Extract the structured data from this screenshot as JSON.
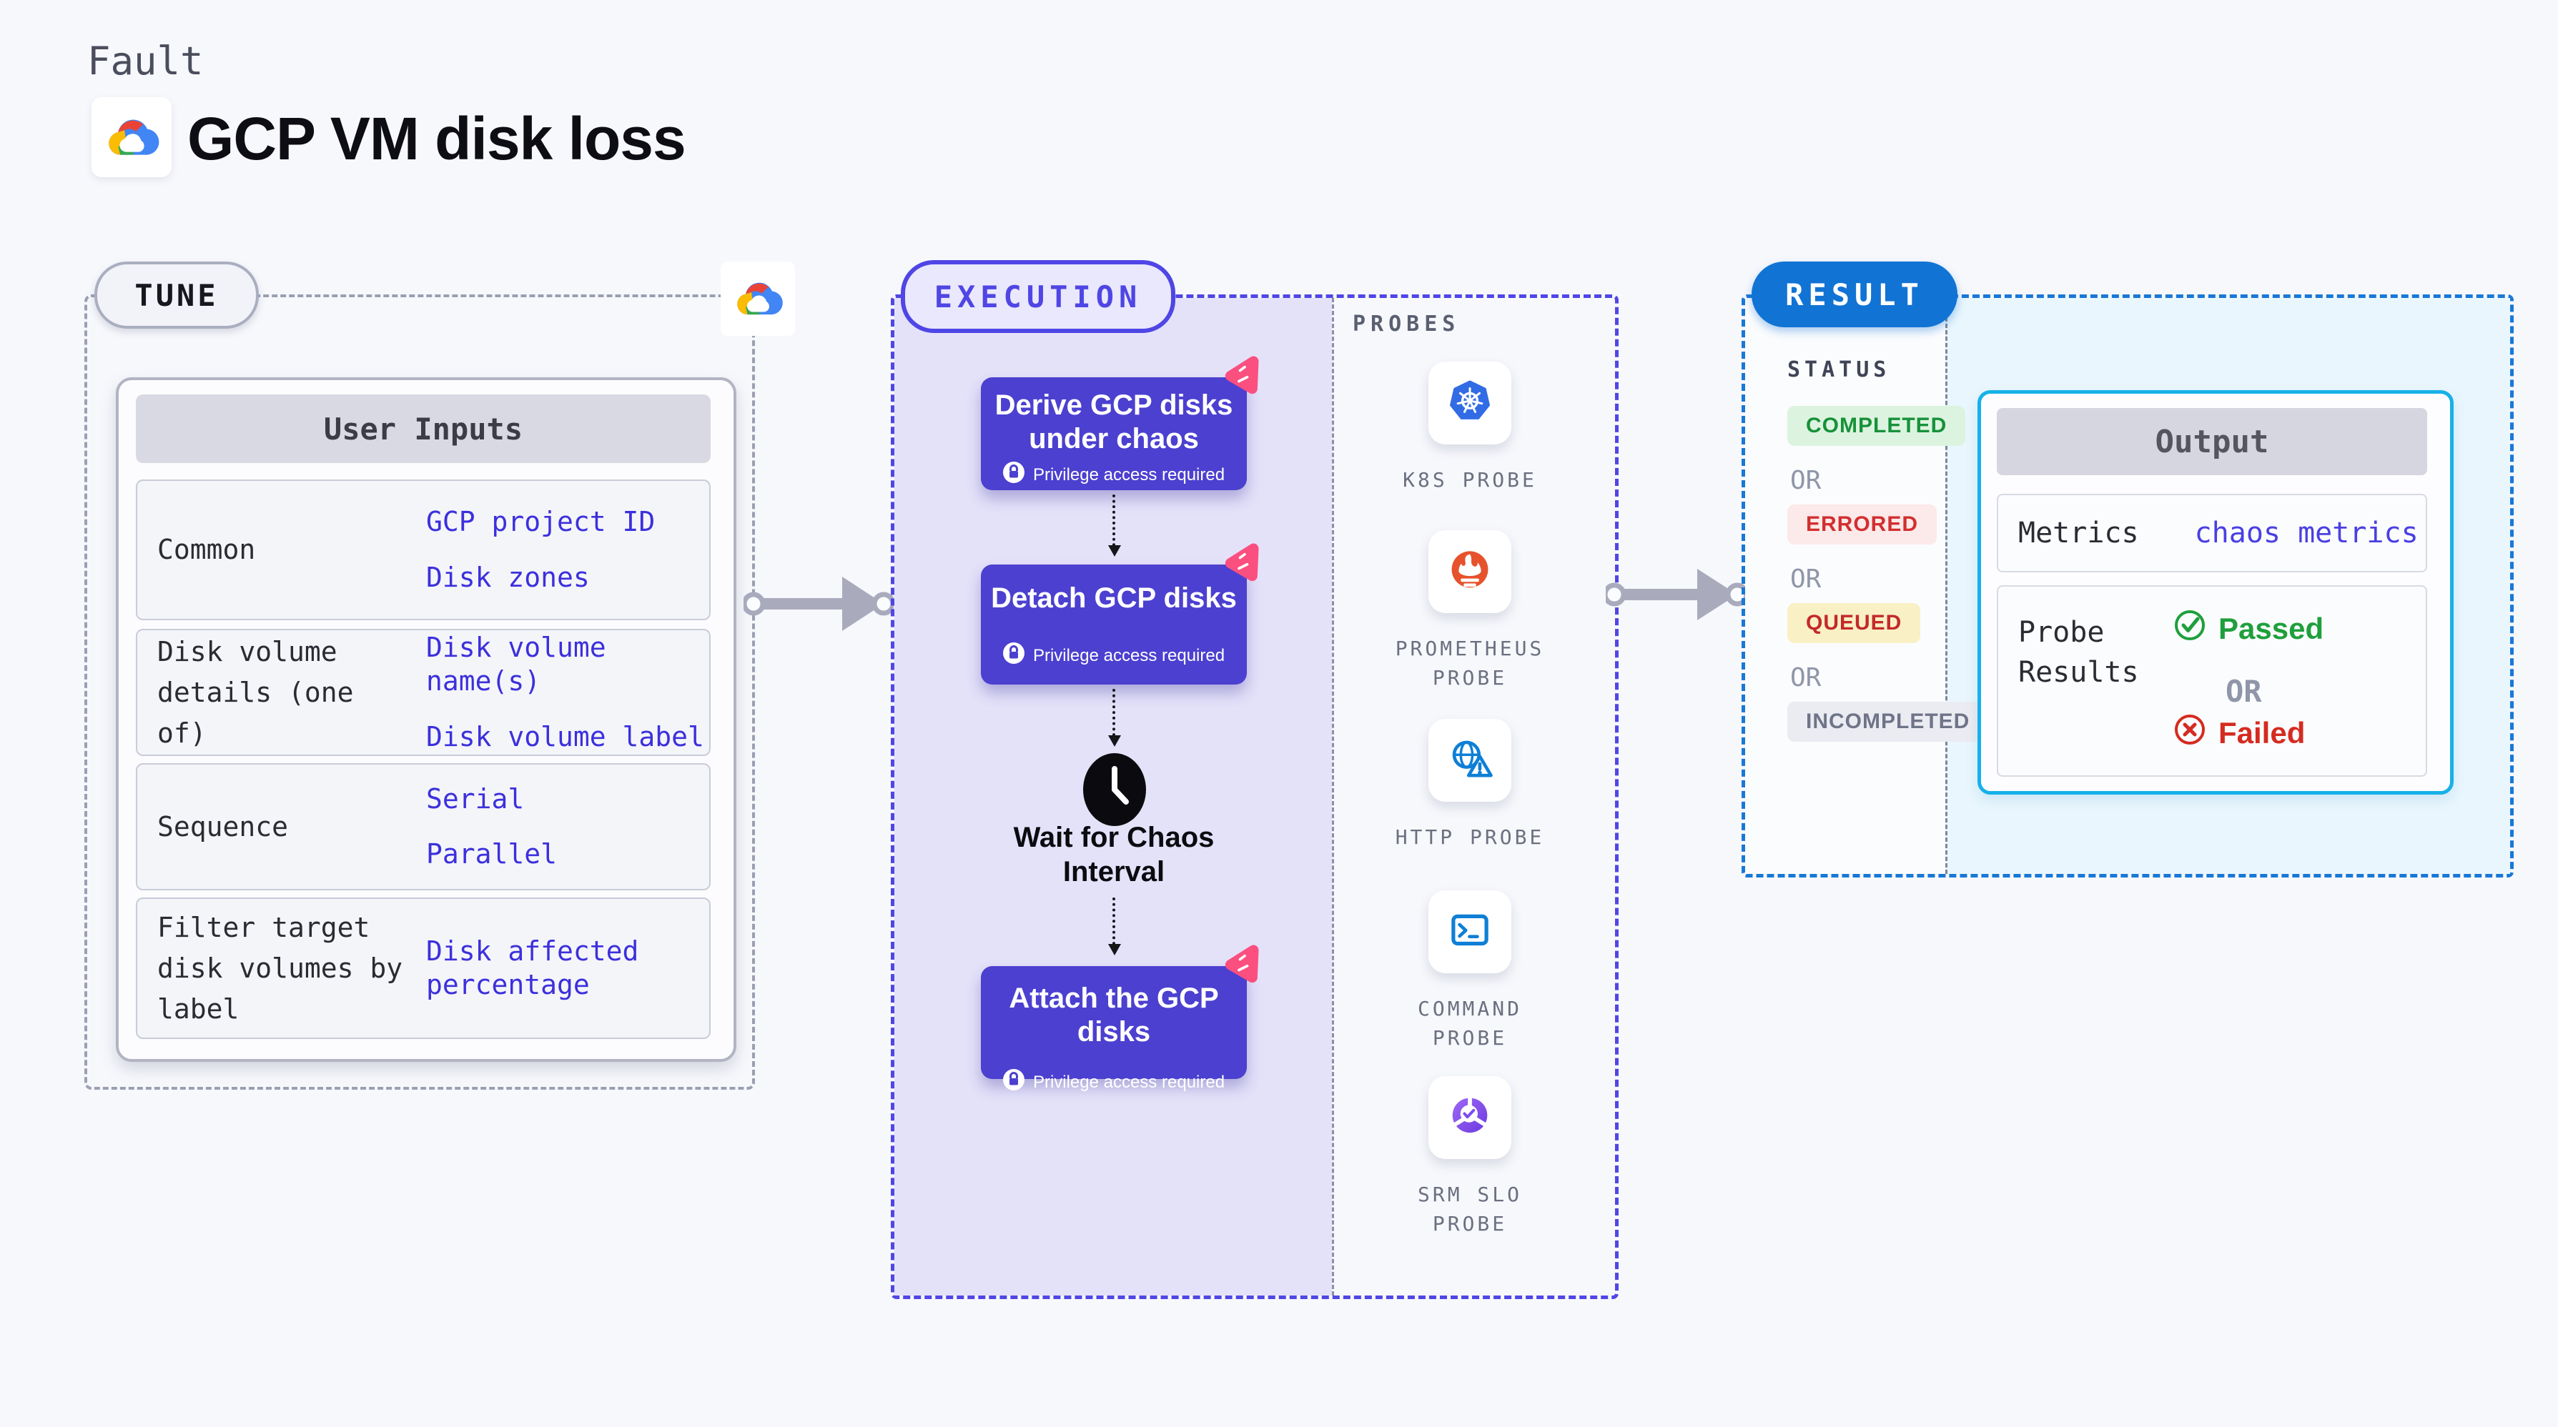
{
  "header": {
    "kicker": "Fault",
    "title": "GCP VM disk loss"
  },
  "tune": {
    "badge": "TUNE",
    "table": {
      "header": "User Inputs",
      "rows": [
        {
          "label": "Common",
          "values": [
            "GCP project ID",
            "Disk zones"
          ]
        },
        {
          "label": "Disk volume details (one of)",
          "values": [
            "Disk volume name(s)",
            "Disk volume label"
          ]
        },
        {
          "label": "Sequence",
          "values": [
            "Serial",
            "Parallel"
          ]
        },
        {
          "label": "Filter target disk volumes by label",
          "values": [
            "Disk affected percentage"
          ]
        }
      ]
    }
  },
  "execution": {
    "badge": "EXECUTION",
    "steps": [
      {
        "title": "Derive GCP disks under chaos",
        "note": "Privilege access required"
      },
      {
        "title": "Detach GCP disks",
        "note": "Privilege access required"
      },
      {
        "title": "Attach the GCP disks",
        "note": "Privilege access required"
      }
    ],
    "wait_label": "Wait for Chaos Interval"
  },
  "probes": {
    "heading": "PROBES",
    "items": [
      {
        "label": "K8S PROBE",
        "icon": "kubernetes-icon"
      },
      {
        "label": "PROMETHEUS PROBE",
        "icon": "prometheus-icon"
      },
      {
        "label": "HTTP PROBE",
        "icon": "http-globe-icon"
      },
      {
        "label": "COMMAND PROBE",
        "icon": "command-terminal-icon"
      },
      {
        "label": "SRM SLO PROBE",
        "icon": "srm-slo-pie-icon"
      }
    ]
  },
  "result": {
    "badge": "RESULT",
    "status_heading": "STATUS",
    "or_label": "OR",
    "statuses": [
      {
        "label": "COMPLETED",
        "kind": "green"
      },
      {
        "label": "ERRORED",
        "kind": "red"
      },
      {
        "label": "QUEUED",
        "kind": "yellow"
      },
      {
        "label": "INCOMPLETED",
        "kind": "gray"
      }
    ],
    "output": {
      "header": "Output",
      "metrics_label": "Metrics",
      "metrics_value": "chaos metrics",
      "probe_results_label": "Probe Results",
      "passed_label": "Passed",
      "failed_label": "Failed"
    }
  },
  "colors": {
    "page_bg": "#f7f8fc",
    "indigo_accent": "#4f46e5",
    "step_card": "#4c40d0",
    "execution_fill": "#e4e2f9",
    "result_blue": "#1173d4",
    "output_border": "#16b1e8",
    "output_fill": "#e9f6fd",
    "value_blue": "#3c30dc",
    "passed_green": "#1f9f3c",
    "failed_red": "#d52b20",
    "pink_badge": "#fb4f80",
    "status_completed": "#18913a",
    "status_errored": "#d22f2f",
    "status_queued_bg": "#faf0c6",
    "status_incompleted": "#6f7488"
  }
}
